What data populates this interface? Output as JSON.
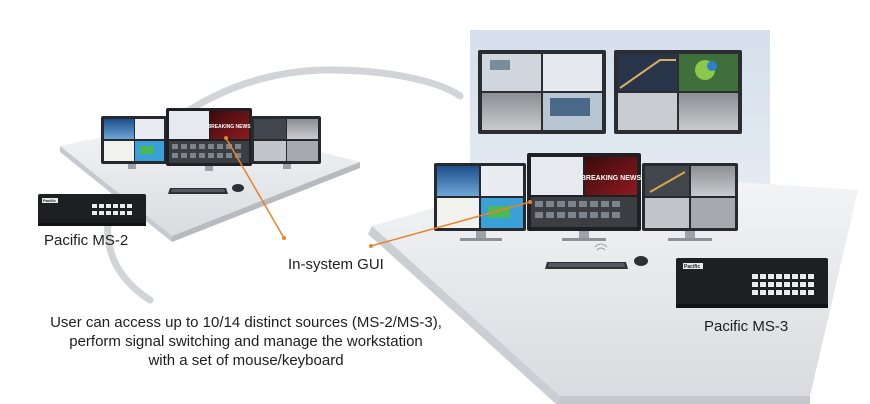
{
  "labels": {
    "ms2": "Pacific MS-2",
    "ms3": "Pacific MS-3",
    "gui": "In-system GUI"
  },
  "description": [
    "User can access up to 10/14 distinct sources (MS-2/MS-3),",
    "perform signal switching and manage the workstation",
    "with a set of mouse/keyboard"
  ],
  "device_logo": "Pacific",
  "screens": {
    "breaking_news": "BREAKING NEWS"
  },
  "colors": {
    "callout_line": "#e8832a",
    "desk_top": "#e6e7ea",
    "desk_edge": "#b9bcc2",
    "wall_panel": "#dde6f0",
    "device_body": "#1d1f22"
  }
}
